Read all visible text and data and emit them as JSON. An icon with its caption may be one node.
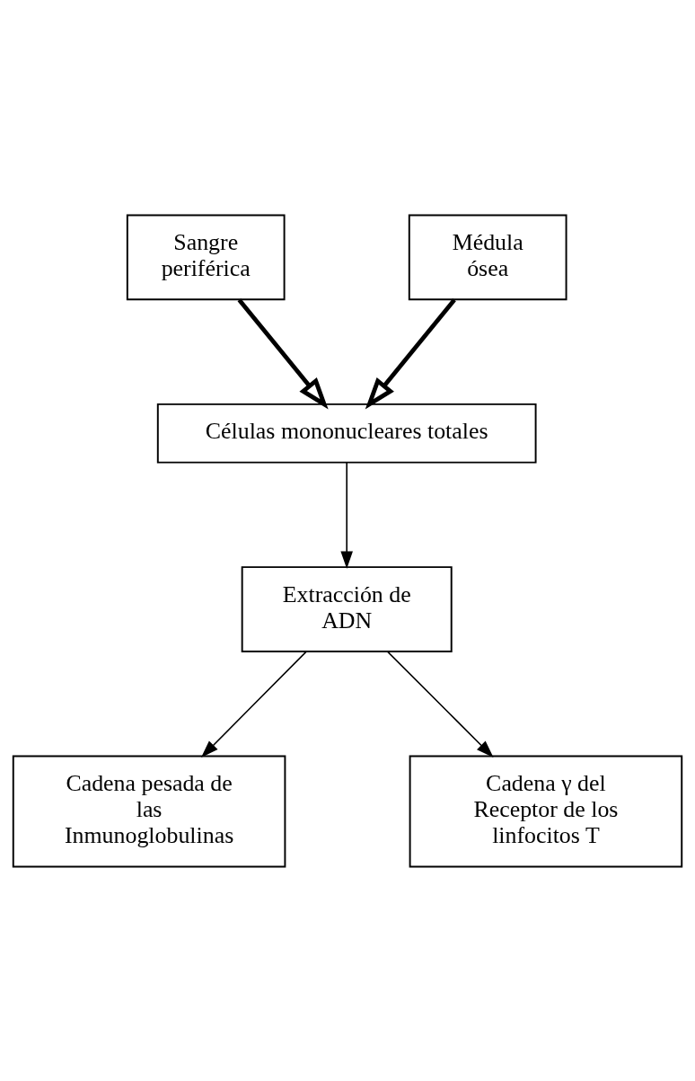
{
  "diagram": {
    "nodes": [
      {
        "text": [
          "Sangre periférica"
        ]
      },
      {
        "text": [
          "Médula ósea"
        ]
      },
      {
        "text": [
          "Células mononucleares totales"
        ]
      },
      {
        "text": [
          "Extracción de ADN"
        ]
      },
      {
        "text": [
          "Cadena pesada de las Inmunoglobulinas"
        ]
      },
      {
        "text": [
          "Cadena γ del Receptor de los linfocitos T"
        ]
      }
    ],
    "edges": [
      {
        "from": 0,
        "to": 2,
        "arrow": "to",
        "style": "thick"
      },
      {
        "from": 1,
        "to": 2,
        "arrow": "to",
        "style": "thick"
      },
      {
        "from": 2,
        "to": 3,
        "arrow": "to"
      },
      {
        "from": 3,
        "to": 4,
        "arrow": "to"
      },
      {
        "from": 3,
        "to": 5,
        "arrow": "to"
      }
    ]
  }
}
